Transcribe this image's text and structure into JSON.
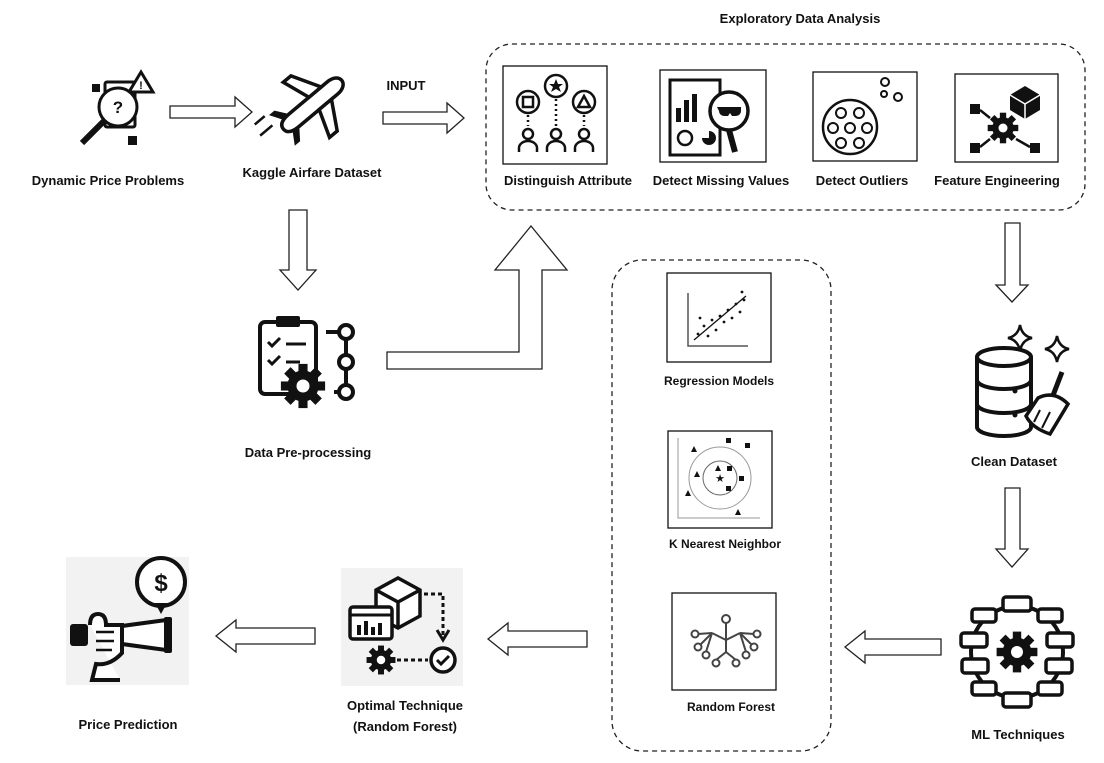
{
  "title": "Exploratory Data Analysis",
  "input_label": "INPUT",
  "nodes": {
    "dynamic_price_problems": "Dynamic Price Problems",
    "kaggle_dataset": "Kaggle Airfare Dataset",
    "data_preprocessing": "Data Pre-processing",
    "clean_dataset": "Clean Dataset",
    "ml_techniques": "ML Techniques",
    "optimal_technique_line1": "Optimal Technique",
    "optimal_technique_line2": "(Random Forest)",
    "price_prediction": "Price Prediction"
  },
  "eda_steps": {
    "distinguish_attribute": "Distinguish Attribute",
    "detect_missing_values": "Detect Missing Values",
    "detect_outliers": "Detect Outliers",
    "feature_engineering": "Feature Engineering"
  },
  "models": {
    "regression": "Regression Models",
    "knn": "K Nearest Neighbor",
    "random_forest": "Random Forest"
  },
  "currency_symbol": "$",
  "question_mark": "?",
  "warning_mark": "!"
}
